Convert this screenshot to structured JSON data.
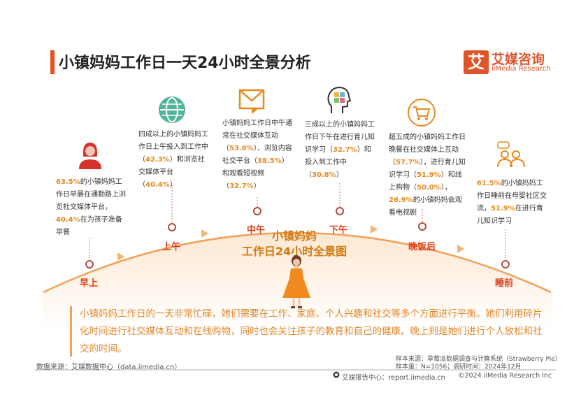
{
  "title": "小镇妈妈工作日一天24小时全景分析",
  "logo": {
    "mark": "艾",
    "name": "艾媒咨询",
    "name_en": "iiMedia Research"
  },
  "diagram_title": {
    "line1": "小镇妈妈",
    "line2": "工作日24小时全景图"
  },
  "periods": {
    "morning": "早上",
    "forenoon": "上午",
    "noon": "中午",
    "afternoon": "下午",
    "after_dinner": "晚饭后",
    "bedtime": "睡前"
  },
  "blocks": {
    "morning": {
      "p1": "63.5%",
      "t1": "的小镇妈妈工作日早晨在通勤路上浏览社交媒体平台，",
      "p2": "40.4%",
      "t2": "在为孩子准备早餐"
    },
    "forenoon": {
      "t0": "四成以上的小镇妈妈工作日上午投入到工作中（",
      "p1": "42.3%",
      "t1": "）和浏览社交媒体平台（",
      "p2": "40.4%",
      "t2": "）"
    },
    "noon": {
      "t0": "小镇妈妈工作日中午通常在社交媒体互动（",
      "p1": "53.8%",
      "t1": "）、浏览内容社交平台（",
      "p2": "38.5%",
      "t2": "）和观看短视频（",
      "p3": "32.7%",
      "t3": "）"
    },
    "afternoon": {
      "t0": "三成以上的小镇妈妈工作日下午在进行育儿知识学习（",
      "p1": "32.7%",
      "t1": "）和投入到工作中（",
      "p2": "30.8%",
      "t2": "）"
    },
    "after_dinner": {
      "t0": "超五成的小镇妈妈工作日晚餐在社交媒体上互动（",
      "p1": "57.7%",
      "t1": "），进行育儿知识学习（",
      "p2": "51.9%",
      "t2": "）和线上购物（",
      "p3": "50.0%",
      "t3": "），",
      "p4": "26.9%",
      "t4": "的小镇妈妈会观看电视剧"
    },
    "bedtime": {
      "p1": "61.5%",
      "t1": "的小镇妈妈工作日睡前在母婴社区交流，",
      "p2": "51.9%",
      "t2": "在进行育儿知识学习"
    }
  },
  "summary": "小镇妈妈工作日的一天非常忙碌，她们需要在工作、家庭、个人兴趣和社交等多个方面进行平衡。她们利用碎片化时间进行社交媒体互动和在线购物，同时也会关注孩子的教育和自己的健康。晚上则是她们进行个人放松和社交的时间。",
  "footer": {
    "sample_source": "样本来源：草莓派数据调查与计算系统（Strawberry Pie）",
    "sample_size": "样本量：N=1056；调研时间：2024年12月",
    "data_source": "数据来源：艾媒数据中心（data.iimedia.cn）",
    "report_site": "艾媒报告中心：report.iimedia.cn",
    "copyright": "©2024  iiMedia Research  Inc"
  },
  "colors": {
    "accent": "#e8501e",
    "highlight": "#e8891c",
    "period": "#e03b14",
    "arc": "#f0a25a",
    "dress": "#f08a1e"
  },
  "icons": [
    "woman-avatar-icon",
    "globe-icon",
    "envelope-icon",
    "head-puzzle-icon",
    "shopping-cart-icon",
    "chat-people-icon",
    "woman-figure-icon",
    "report-logo-icon"
  ]
}
